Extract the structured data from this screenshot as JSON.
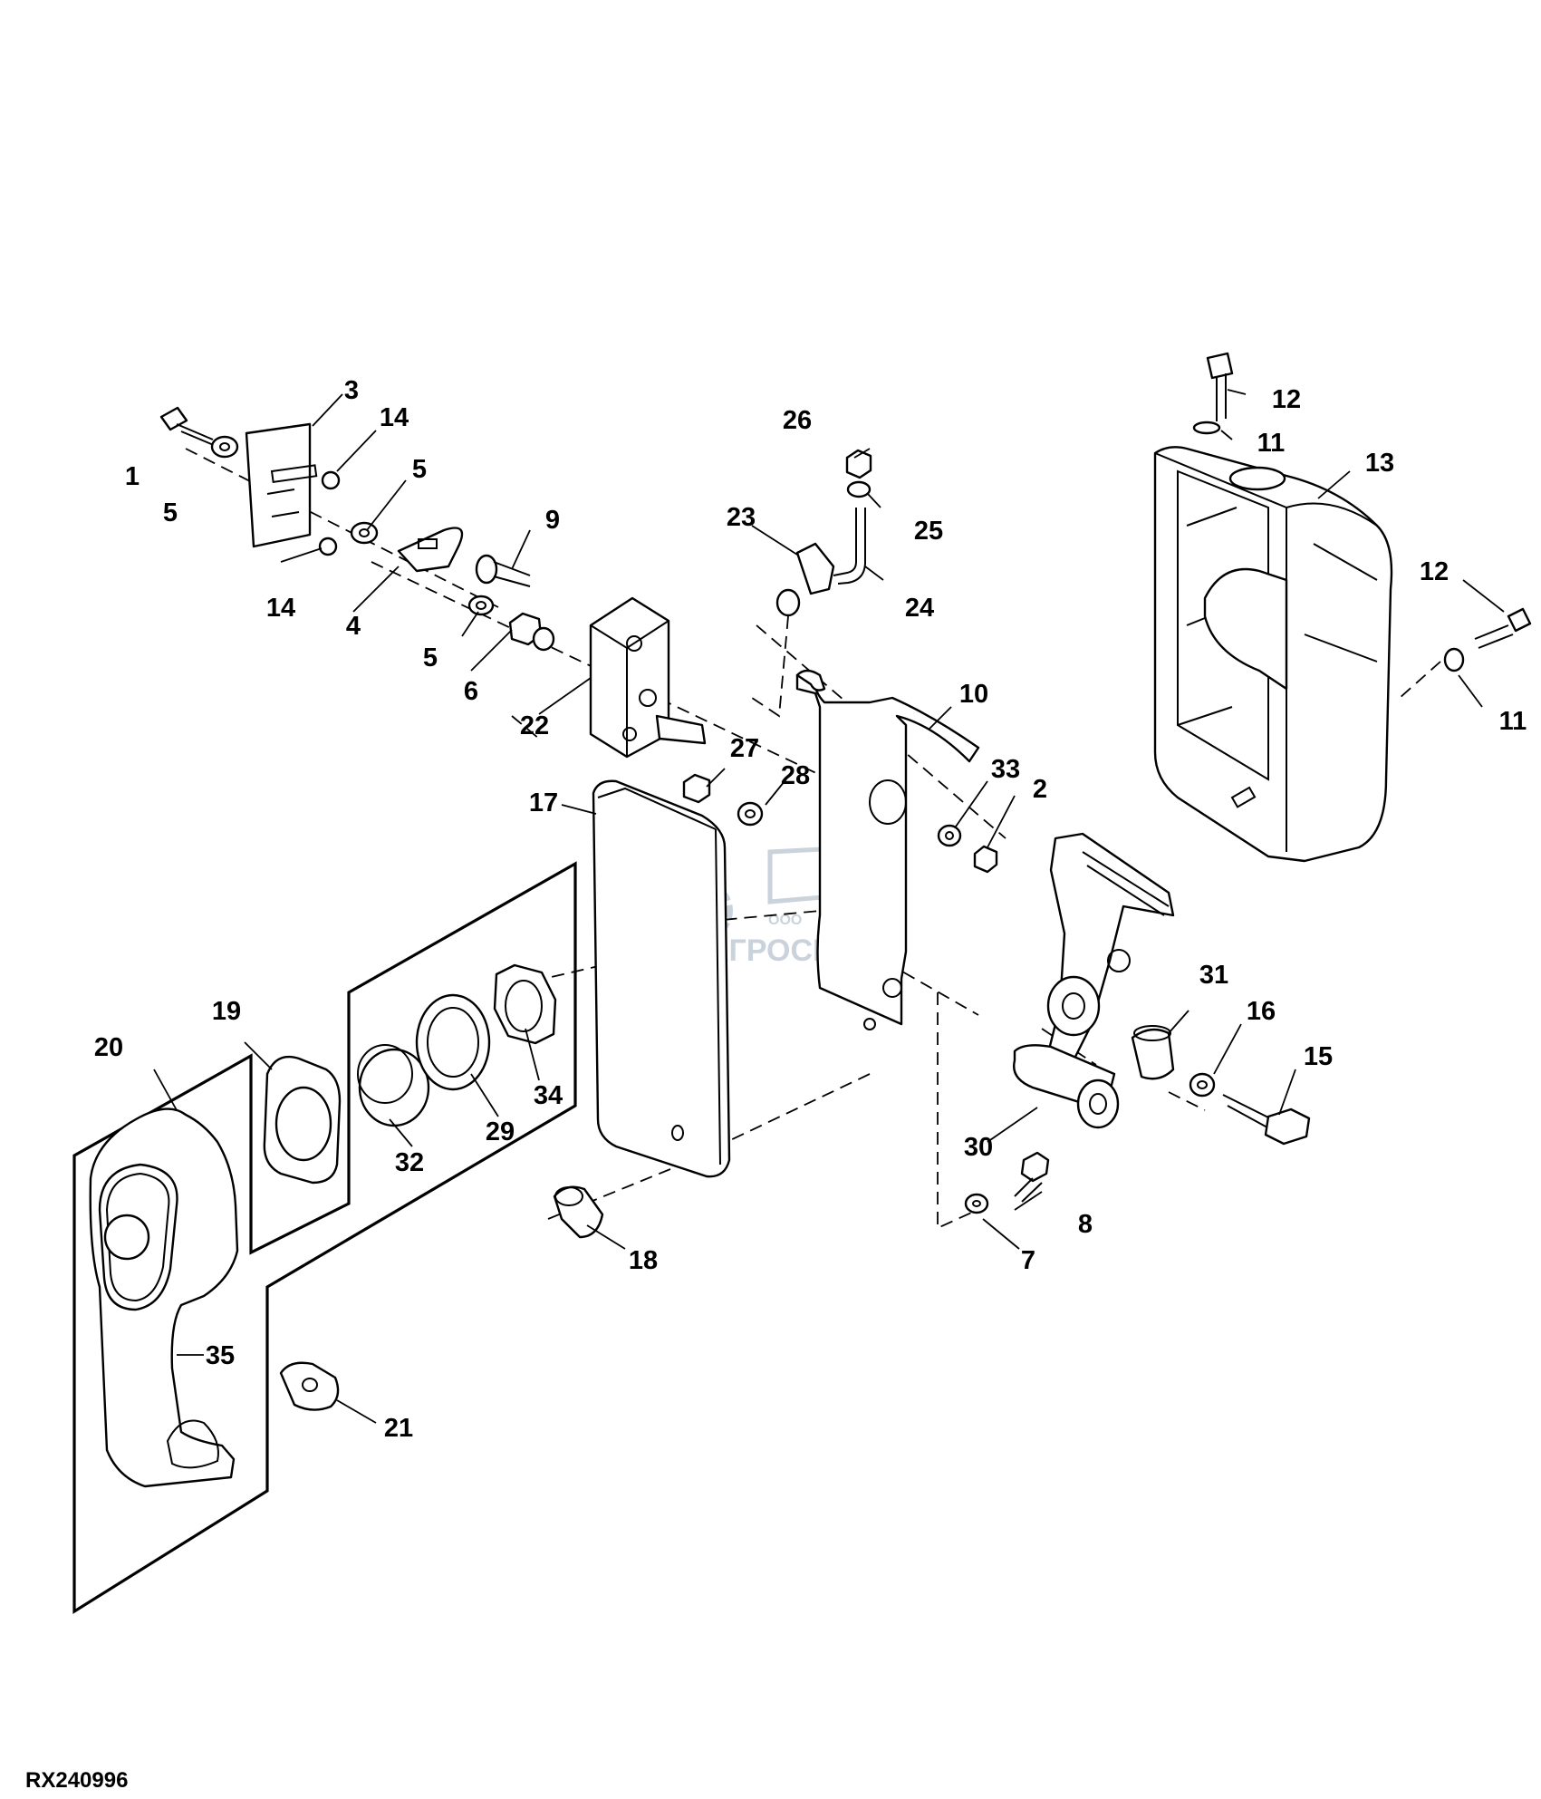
{
  "figure_id": "RX240996",
  "watermark": {
    "small": "ООО",
    "name": "АГРОСНАБ",
    "color": "#b9c4cf"
  },
  "callouts": [
    "1",
    "2",
    "3",
    "4",
    "5",
    "5",
    "5",
    "6",
    "7",
    "8",
    "9",
    "10",
    "11",
    "11",
    "12",
    "12",
    "13",
    "14",
    "14",
    "15",
    "16",
    "17",
    "18",
    "19",
    "20",
    "21",
    "22",
    "23",
    "24",
    "25",
    "26",
    "27",
    "28",
    "29",
    "30",
    "31",
    "32",
    "33",
    "34",
    "35"
  ]
}
